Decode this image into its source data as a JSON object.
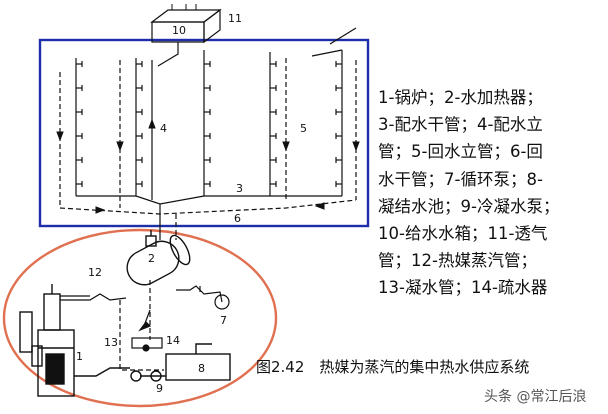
{
  "labels": {
    "n1": "1",
    "n2": "2",
    "n3": "3",
    "n4": "4",
    "n5": "5",
    "n6": "6",
    "n7": "7",
    "n8": "8",
    "n9": "9",
    "n10": "10",
    "n11": "11",
    "n12": "12",
    "n13": "13",
    "n14": "14"
  },
  "legend": {
    "lines": [
      "1-锅炉；2-水加热器；",
      "3-配水干管；4-配水立",
      "管；5-回水立管；6-回",
      "水干管；7-循环泵；8-",
      "凝结水池；9-冷凝水泵；",
      "10-给水水箱；11-透气",
      "管；12-热媒蒸汽管；",
      "13-凝水管；14-疏水器"
    ]
  },
  "caption": "图2.42　热媒为蒸汽的集中热水供应系统",
  "watermark": "头条 @常江后浪",
  "colors": {
    "frame": "#1e2ea8",
    "ellipse": "#e07050",
    "line": "#111111"
  }
}
